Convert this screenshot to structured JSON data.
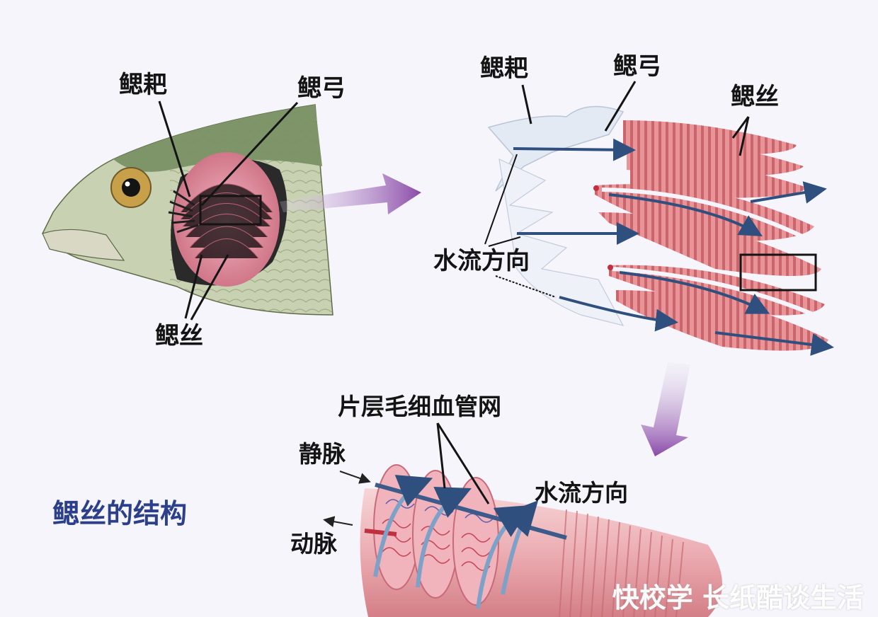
{
  "colors": {
    "background": "#f6f5fb",
    "title": "#2b3f8a",
    "flow_arrow": "#8a4aa8",
    "gill_filament": "#e08a8f",
    "water_flow_line": "#2f4f7e",
    "fish_body": "#8e9f6f"
  },
  "figure_a": {
    "labels": {
      "gill_raker": "鳃耙",
      "gill_arch": "鳃弓",
      "gill_filament": "鳃丝"
    }
  },
  "figure_b": {
    "labels": {
      "gill_raker": "鳃耙",
      "gill_arch": "鳃弓",
      "gill_filament": "鳃丝",
      "water_flow": "水流方向"
    }
  },
  "figure_c": {
    "labels": {
      "capillary": "片层毛细血管网",
      "vein": "静脉",
      "artery": "动脉",
      "water_flow": "水流方向"
    }
  },
  "title": "鳃丝的结构",
  "watermark": "快校学 长纸酷谈生活"
}
